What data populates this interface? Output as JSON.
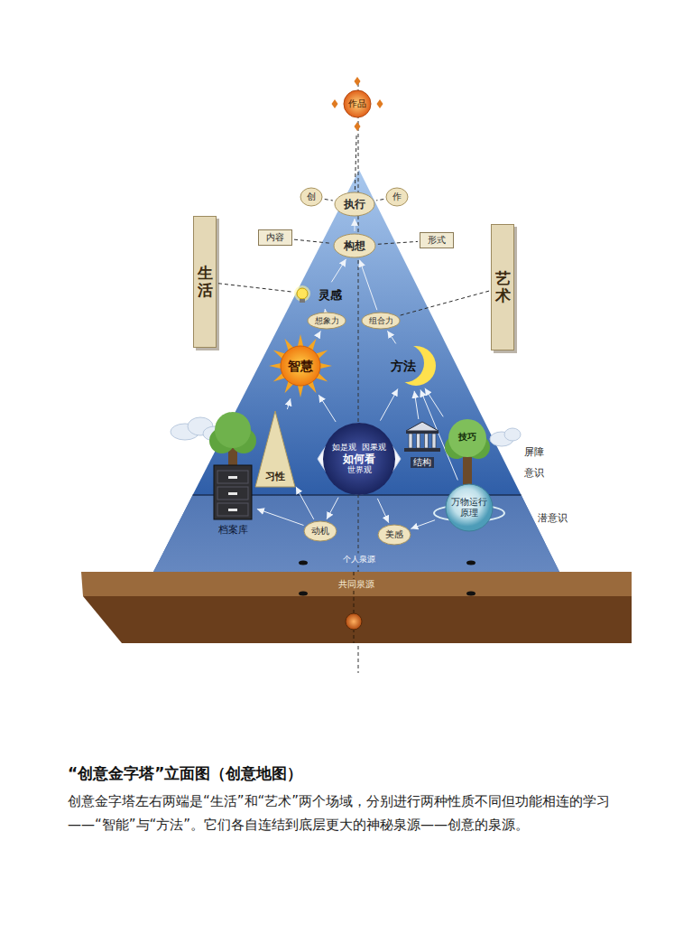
{
  "diagram": {
    "title": "“创意金字塔”立面图（创意地图）",
    "caption": "创意金字塔左右两端是“生活”和“艺术”两个场域，分别进行两种性质不同但功能相连的学习——“智能”与“方法”。它们各自连结到底层更大的神秘泉源——创意的泉源。",
    "nodes": [
      {
        "text": [
          "作品"
        ]
      },
      {
        "text": [
          "创"
        ]
      },
      {
        "text": [
          "执行"
        ]
      },
      {
        "text": [
          "作"
        ]
      },
      {
        "text": [
          "内容"
        ]
      },
      {
        "text": [
          "构想"
        ]
      },
      {
        "text": [
          "形式"
        ]
      },
      {
        "text": [
          "生活"
        ]
      },
      {
        "text": [
          "艺术"
        ]
      },
      {
        "text": [
          "灵感"
        ]
      },
      {
        "text": [
          "想象力"
        ]
      },
      {
        "text": [
          "组合力"
        ]
      },
      {
        "text": [
          "智慧"
        ]
      },
      {
        "text": [
          "方法"
        ]
      },
      {
        "text": [
          "习性"
        ]
      },
      {
        "text": [
          "如是观",
          "因果观",
          "如何看",
          "世界观"
        ]
      },
      {
        "text": [
          "结构"
        ]
      },
      {
        "text": [
          "技巧"
        ]
      },
      {
        "text": [
          "档案库"
        ]
      },
      {
        "text": [
          "动机"
        ]
      },
      {
        "text": [
          "美感"
        ]
      },
      {
        "text": [
          "万物运行原理"
        ]
      },
      {
        "text": [
          "共同泉源"
        ]
      }
    ],
    "edges": [
      {
        "from": 2,
        "to": 0,
        "arrow": "none"
      },
      {
        "from": 1,
        "to": 2,
        "arrow": "none"
      },
      {
        "from": 3,
        "to": 2,
        "arrow": "none"
      },
      {
        "from": 4,
        "to": 5,
        "arrow": "none"
      },
      {
        "from": 5,
        "to": 6,
        "arrow": "none"
      },
      {
        "from": 7,
        "to": 9,
        "arrow": "none"
      },
      {
        "from": 8,
        "to": 11,
        "arrow": "none"
      },
      {
        "from": 5,
        "to": 2,
        "arrow": "to"
      },
      {
        "from": 9,
        "to": 5,
        "arrow": "to"
      },
      {
        "from": 10,
        "to": 9,
        "arrow": "to"
      },
      {
        "from": 11,
        "to": 5,
        "arrow": "to"
      },
      {
        "from": 12,
        "to": 10,
        "arrow": "to"
      },
      {
        "from": 13,
        "to": 11,
        "arrow": "to"
      },
      {
        "from": 15,
        "to": 12,
        "arrow": "to"
      },
      {
        "from": 15,
        "to": 13,
        "arrow": "to"
      },
      {
        "from": 15,
        "to": 19,
        "arrow": "to"
      },
      {
        "from": 15,
        "to": 20,
        "arrow": "to"
      },
      {
        "from": 14,
        "to": 12,
        "arrow": "to"
      },
      {
        "from": 19,
        "to": 18,
        "arrow": "to"
      },
      {
        "from": 19,
        "to": 14,
        "arrow": "to"
      },
      {
        "from": 16,
        "to": 13,
        "arrow": "to"
      },
      {
        "from": 17,
        "to": 13,
        "arrow": "to"
      },
      {
        "from": 21,
        "to": 13,
        "arrow": "to"
      },
      {
        "from": 21,
        "to": 20,
        "arrow": "to"
      }
    ],
    "labels": [
      "屏障",
      "意识",
      "潜意识",
      "个人泉源"
    ]
  }
}
